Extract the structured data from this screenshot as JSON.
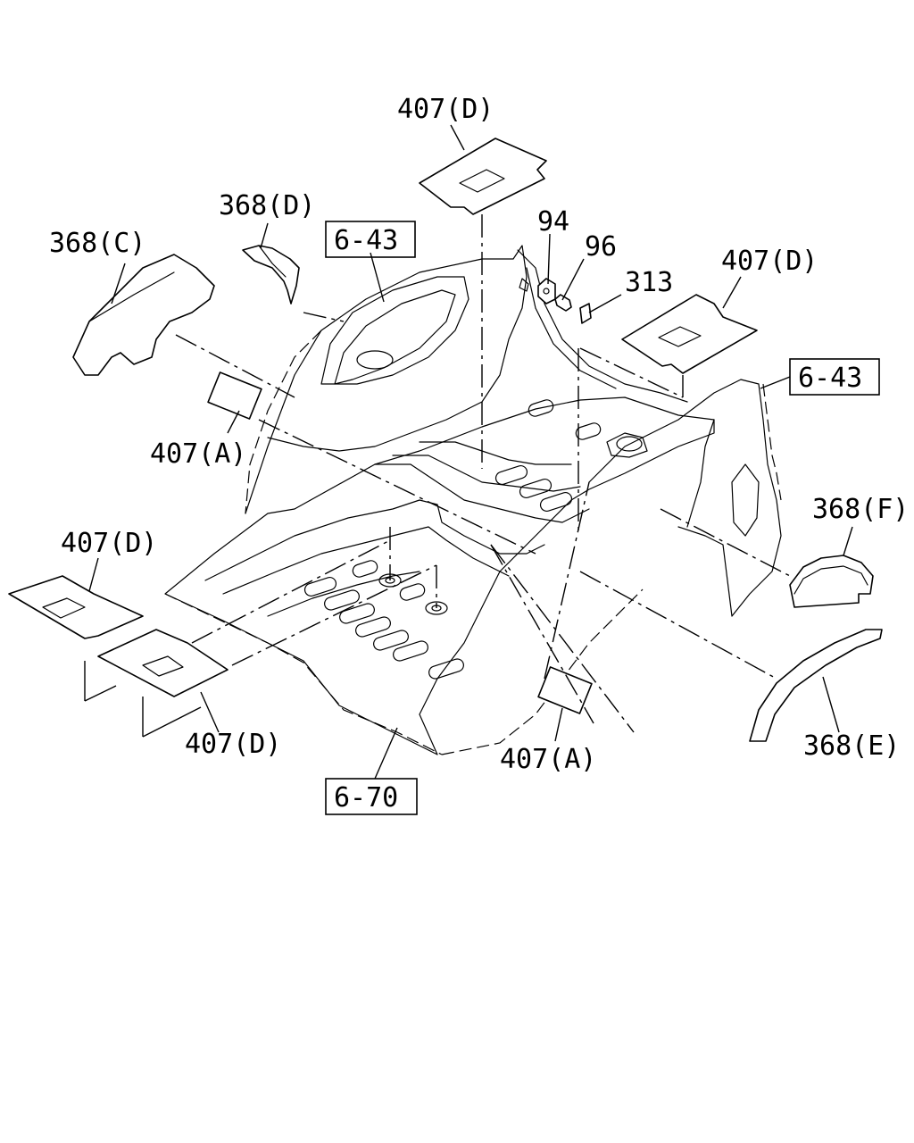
{
  "callouts": {
    "c1": "407(D)",
    "c2": "368(D)",
    "c3": "6-43",
    "c4": "368(C)",
    "c5": "94",
    "c6": "96",
    "c7": "313",
    "c8": "407(D)",
    "c9": "6-43",
    "c10": "407(A)",
    "c11": "368(F)",
    "c12": "407(D)",
    "c13": "407(D)",
    "c14": "407(A)",
    "c15": "368(E)",
    "c16": "6-70"
  }
}
